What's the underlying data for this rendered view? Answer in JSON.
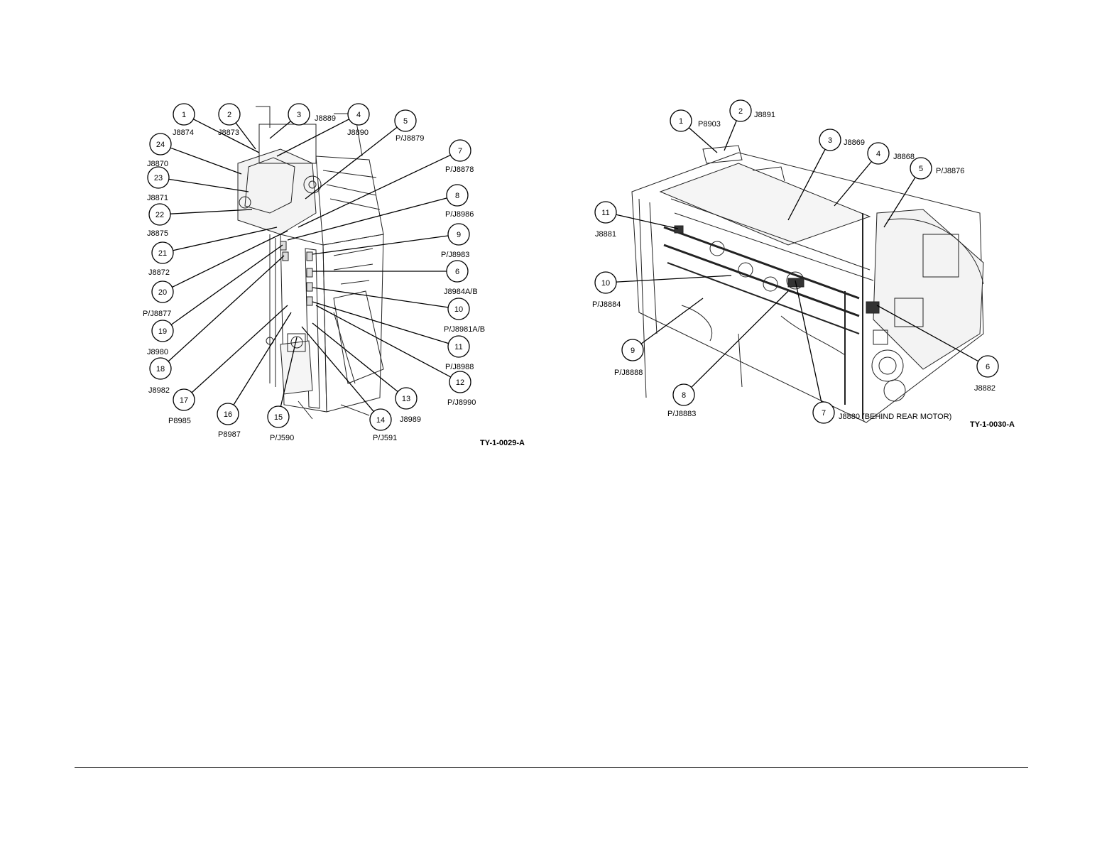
{
  "figures": [
    {
      "id": "TY-1-0029-A",
      "callouts": [
        {
          "num": "1",
          "label": "J8874"
        },
        {
          "num": "2",
          "label": "J8873"
        },
        {
          "num": "3",
          "label": "J8889"
        },
        {
          "num": "4",
          "label": "J8890"
        },
        {
          "num": "5",
          "label": "P/J8879"
        },
        {
          "num": "7",
          "label": "P/J8878"
        },
        {
          "num": "8",
          "label": "P/J8986"
        },
        {
          "num": "9",
          "label": "P/J8983"
        },
        {
          "num": "6",
          "label": "J8984A/B"
        },
        {
          "num": "10",
          "label": "P/J8981A/B"
        },
        {
          "num": "11",
          "label": "P/J8988"
        },
        {
          "num": "12",
          "label": "P/J8990"
        },
        {
          "num": "13",
          "label": "J8989"
        },
        {
          "num": "14",
          "label": "P/J591"
        },
        {
          "num": "15",
          "label": "P/J590"
        },
        {
          "num": "16",
          "label": "P8987"
        },
        {
          "num": "17",
          "label": "P8985"
        },
        {
          "num": "18",
          "label": "J8982"
        },
        {
          "num": "19",
          "label": "J8980"
        },
        {
          "num": "20",
          "label": "P/J8877"
        },
        {
          "num": "21",
          "label": "J8872"
        },
        {
          "num": "22",
          "label": "J8875"
        },
        {
          "num": "23",
          "label": "J8871"
        },
        {
          "num": "24",
          "label": "J8870"
        }
      ]
    },
    {
      "id": "TY-1-0030-A",
      "callouts": [
        {
          "num": "1",
          "label": "P8903"
        },
        {
          "num": "2",
          "label": "J8891"
        },
        {
          "num": "3",
          "label": "J8869"
        },
        {
          "num": "4",
          "label": "J8868"
        },
        {
          "num": "5",
          "label": "P/J8876"
        },
        {
          "num": "6",
          "label": "J8882"
        },
        {
          "num": "7",
          "label": "J8880 (BEHIND REAR MOTOR)"
        },
        {
          "num": "8",
          "label": "P/J8883"
        },
        {
          "num": "9",
          "label": "P/J8888"
        },
        {
          "num": "10",
          "label": "P/J8884"
        },
        {
          "num": "11",
          "label": "J8881"
        }
      ]
    }
  ]
}
